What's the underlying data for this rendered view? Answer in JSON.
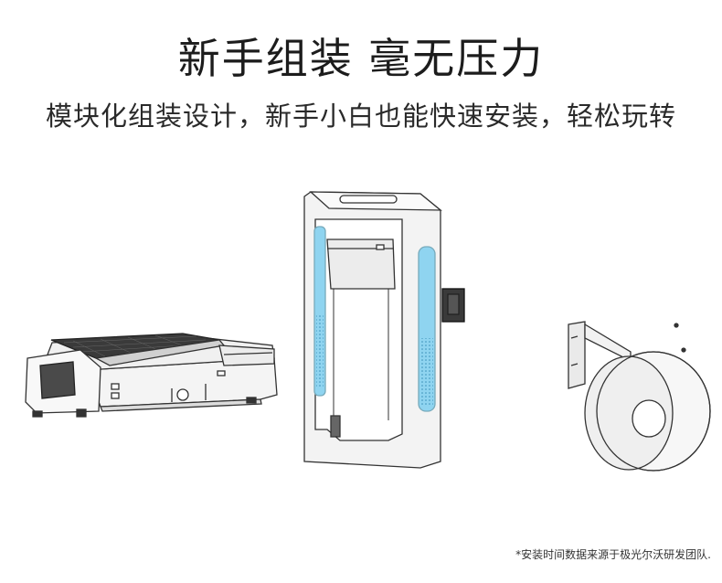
{
  "header": {
    "title": "新手组装 毫无压力",
    "subtitle": "模块化组装设计，新手小白也能快速安装，轻松玩转"
  },
  "footnote": "*安装时间数据来源于极光尔沃研发团队.",
  "colors": {
    "accent_blue": "#8fd4f0",
    "line": "#333333",
    "frame": "#f2f2f2"
  },
  "parts": [
    "printer-base",
    "vertical-frame",
    "spool-holder"
  ]
}
